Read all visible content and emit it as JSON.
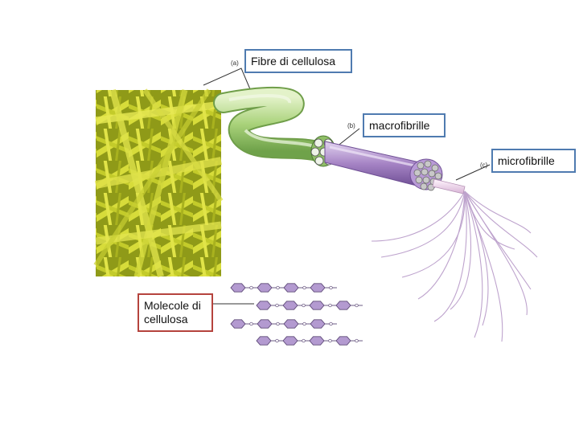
{
  "labels": {
    "fibre": "Fibre di cellulosa",
    "macrofibrille": "macrofibrille",
    "microfibrille": "microfibrille",
    "molecole": "Molecole di\ncellulosa"
  },
  "letters": {
    "a": "(a)",
    "b": "(b)",
    "c": "(c)"
  },
  "colors": {
    "micrograph": "#c9d02a",
    "fiber_green": "#9ccb6b",
    "macro_purple": "#a583c4",
    "micro_pink": "#f1d9ef",
    "molecule_purple": "#b39ad0",
    "box_blue": "#4f7bb0",
    "box_red": "#b5433d"
  }
}
